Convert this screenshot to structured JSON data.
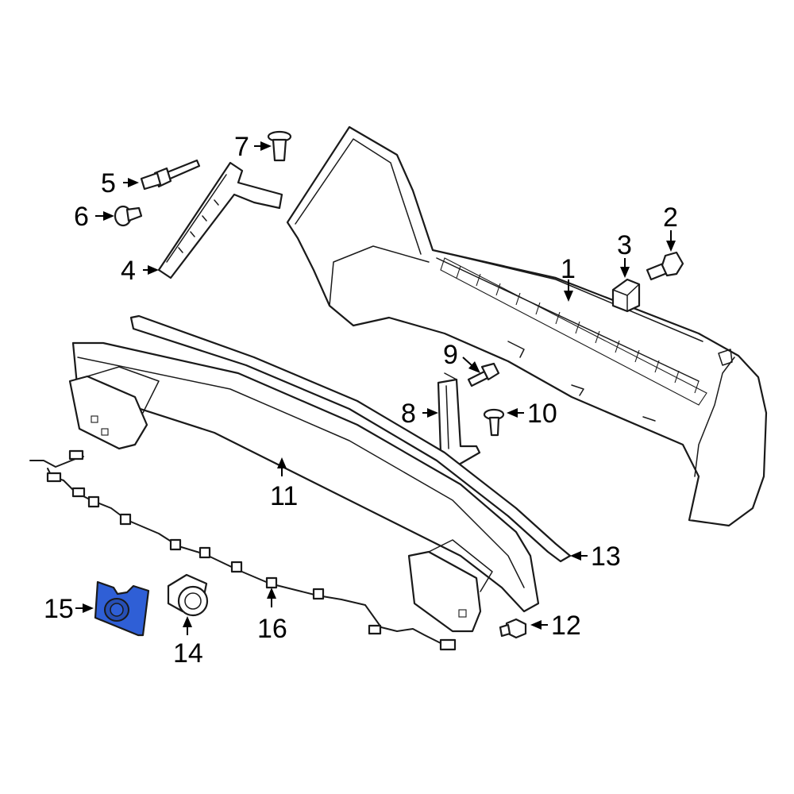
{
  "diagram": {
    "highlight_color": "#2f5fd6",
    "callouts": [
      {
        "id": "1",
        "label": "1"
      },
      {
        "id": "2",
        "label": "2"
      },
      {
        "id": "3",
        "label": "3"
      },
      {
        "id": "4",
        "label": "4"
      },
      {
        "id": "5",
        "label": "5"
      },
      {
        "id": "6",
        "label": "6"
      },
      {
        "id": "7",
        "label": "7"
      },
      {
        "id": "8",
        "label": "8"
      },
      {
        "id": "9",
        "label": "9"
      },
      {
        "id": "10",
        "label": "10"
      },
      {
        "id": "11",
        "label": "11"
      },
      {
        "id": "12",
        "label": "12"
      },
      {
        "id": "13",
        "label": "13"
      },
      {
        "id": "14",
        "label": "14"
      },
      {
        "id": "15",
        "label": "15"
      },
      {
        "id": "16",
        "label": "16"
      }
    ]
  }
}
